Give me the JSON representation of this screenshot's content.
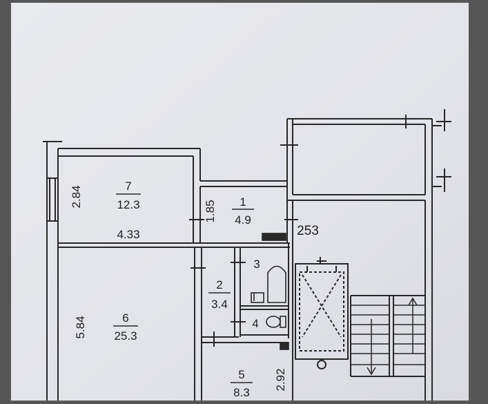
{
  "plan": {
    "rooms": [
      {
        "id": "7",
        "area": "12.3",
        "length": "4.33",
        "width": "2.84"
      },
      {
        "id": "1",
        "area": "4.9",
        "width": "1.85",
        "extra": "253"
      },
      {
        "id": "2",
        "area": "3.4"
      },
      {
        "id": "3"
      },
      {
        "id": "4"
      },
      {
        "id": "6",
        "area": "25.3",
        "width": "5.84"
      },
      {
        "id": "5",
        "area": "8.3",
        "width": "2.92"
      }
    ]
  }
}
